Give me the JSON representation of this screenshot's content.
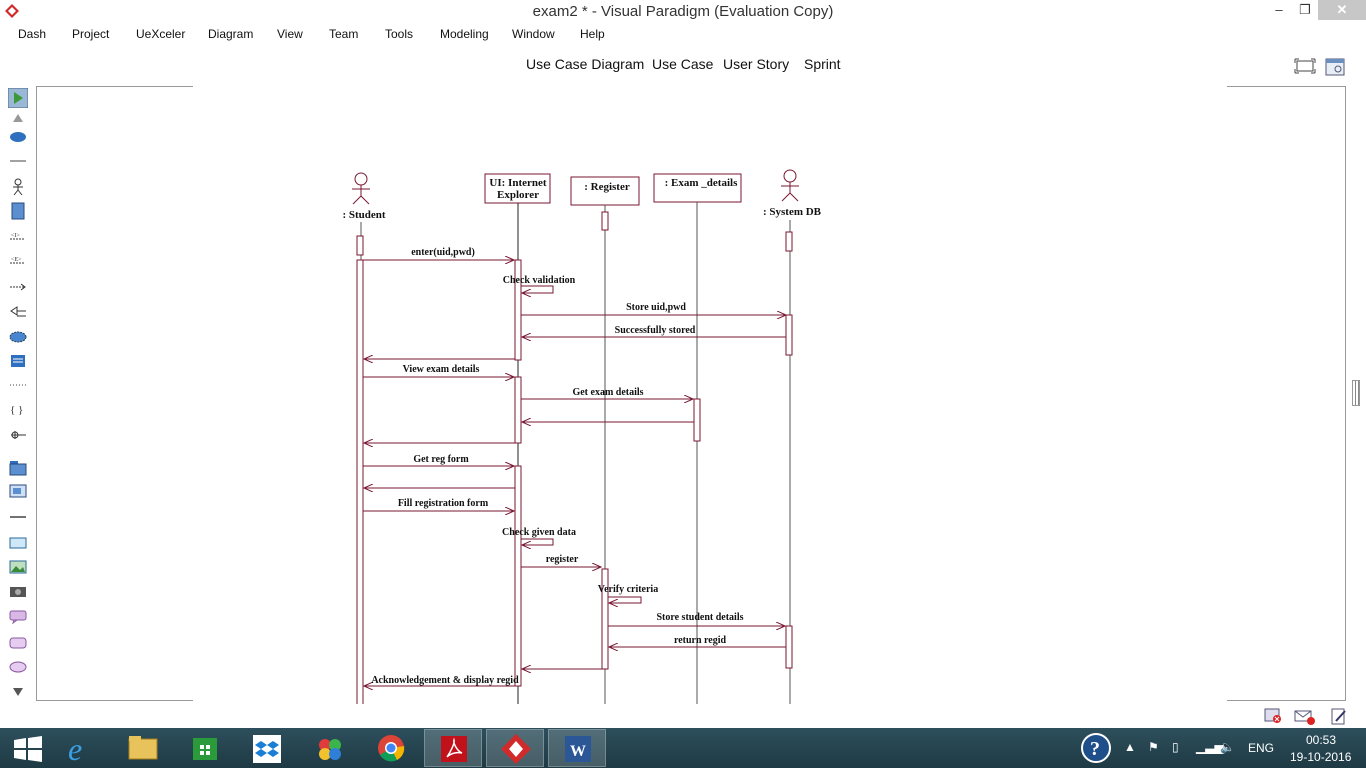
{
  "window": {
    "title": "exam2 * - Visual Paradigm (Evaluation Copy)",
    "minimize": "–",
    "maximize": "❐",
    "close": "✕"
  },
  "menu": {
    "items": [
      "Dash",
      "Project",
      "UeXceler",
      "Diagram",
      "View",
      "Team",
      "Tools",
      "Modeling",
      "Window",
      "Help"
    ]
  },
  "perspectives": {
    "items": [
      "Use Case Diagram",
      "Use Case",
      "User Story",
      "Sprint"
    ]
  },
  "palette": {
    "icons": [
      "selector-icon",
      "scroll-up-icon",
      "use-case-icon",
      "line-icon",
      "actor-icon",
      "lifeline-icon",
      "include-icon",
      "extend-icon",
      "dependency-icon",
      "generalization-icon",
      "collaboration-icon",
      "note-icon",
      "separator-icon",
      "braces-icon",
      "connector-icon",
      "package-icon",
      "system-icon",
      "divider-icon",
      "rectangle-icon",
      "image-icon",
      "camera-icon",
      "comment-icon",
      "rounded-rect-icon",
      "ellipse-icon",
      "scroll-down-icon"
    ]
  },
  "diagram": {
    "lifelines": [
      {
        "label": ": Student",
        "kind": "actor"
      },
      {
        "label_line1": "UI: Internet",
        "label_line2": "Explorer",
        "kind": "box"
      },
      {
        "label": ": Register",
        "kind": "box"
      },
      {
        "label": ": Exam _details",
        "kind": "box"
      },
      {
        "label": ": System DB",
        "kind": "actor"
      }
    ],
    "messages": [
      "enter(uid,pwd)",
      "Check validation",
      "Store uid,pwd",
      "Successfully stored",
      "View exam details",
      "Get exam details",
      "Get reg form",
      "Fill registration form",
      "Check given data",
      "register",
      "Verify criteria",
      "Store student details",
      "return regid",
      "Acknowledgement & display regid"
    ],
    "color": "#7a1732"
  },
  "taskbar": {
    "apps": [
      "windows-start-icon",
      "internet-explorer-icon",
      "file-explorer-icon",
      "windows-store-icon",
      "dropbox-icon",
      "paint-icon",
      "chrome-icon",
      "acrobat-icon",
      "visual-paradigm-icon",
      "word-icon"
    ],
    "language": "ENG",
    "time": "00:53",
    "date": "19-10-2016"
  }
}
